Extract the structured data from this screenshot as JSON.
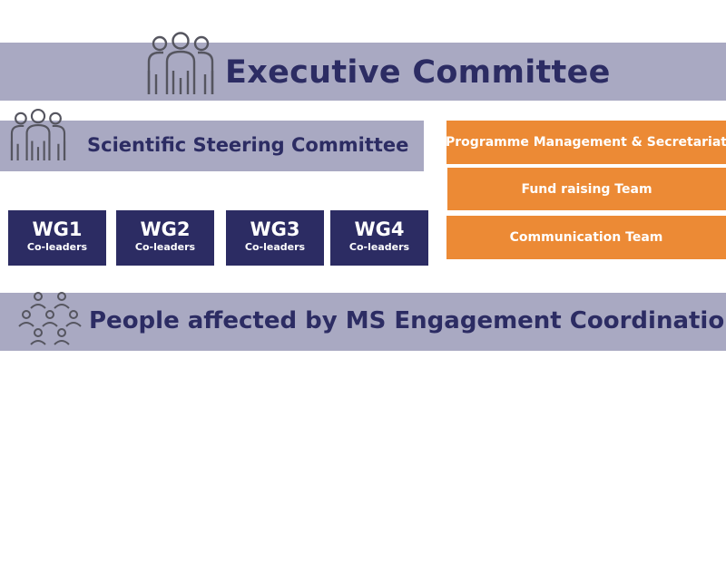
{
  "executive": {
    "title": "Executive Committee",
    "icon": "people-group-icon"
  },
  "steering": {
    "title": "Scientific Steering Committee",
    "icon": "people-group-icon"
  },
  "working_groups": [
    {
      "title": "WG1",
      "subtitle": "Co-leaders"
    },
    {
      "title": "WG2",
      "subtitle": "Co-leaders"
    },
    {
      "title": "WG3",
      "subtitle": "Co-leaders"
    },
    {
      "title": "WG4",
      "subtitle": "Co-leaders"
    }
  ],
  "teams": [
    {
      "label": "Programme Management & Secretariat"
    },
    {
      "label": "Fund raising Team"
    },
    {
      "label": "Communication Team"
    }
  ],
  "engagement": {
    "title": "People affected by MS Engagement Coordination",
    "icon": "community-network-icon"
  },
  "colors": {
    "band": "#a9a9c2",
    "navy": "#2c2c63",
    "orange": "#ec8a35"
  }
}
